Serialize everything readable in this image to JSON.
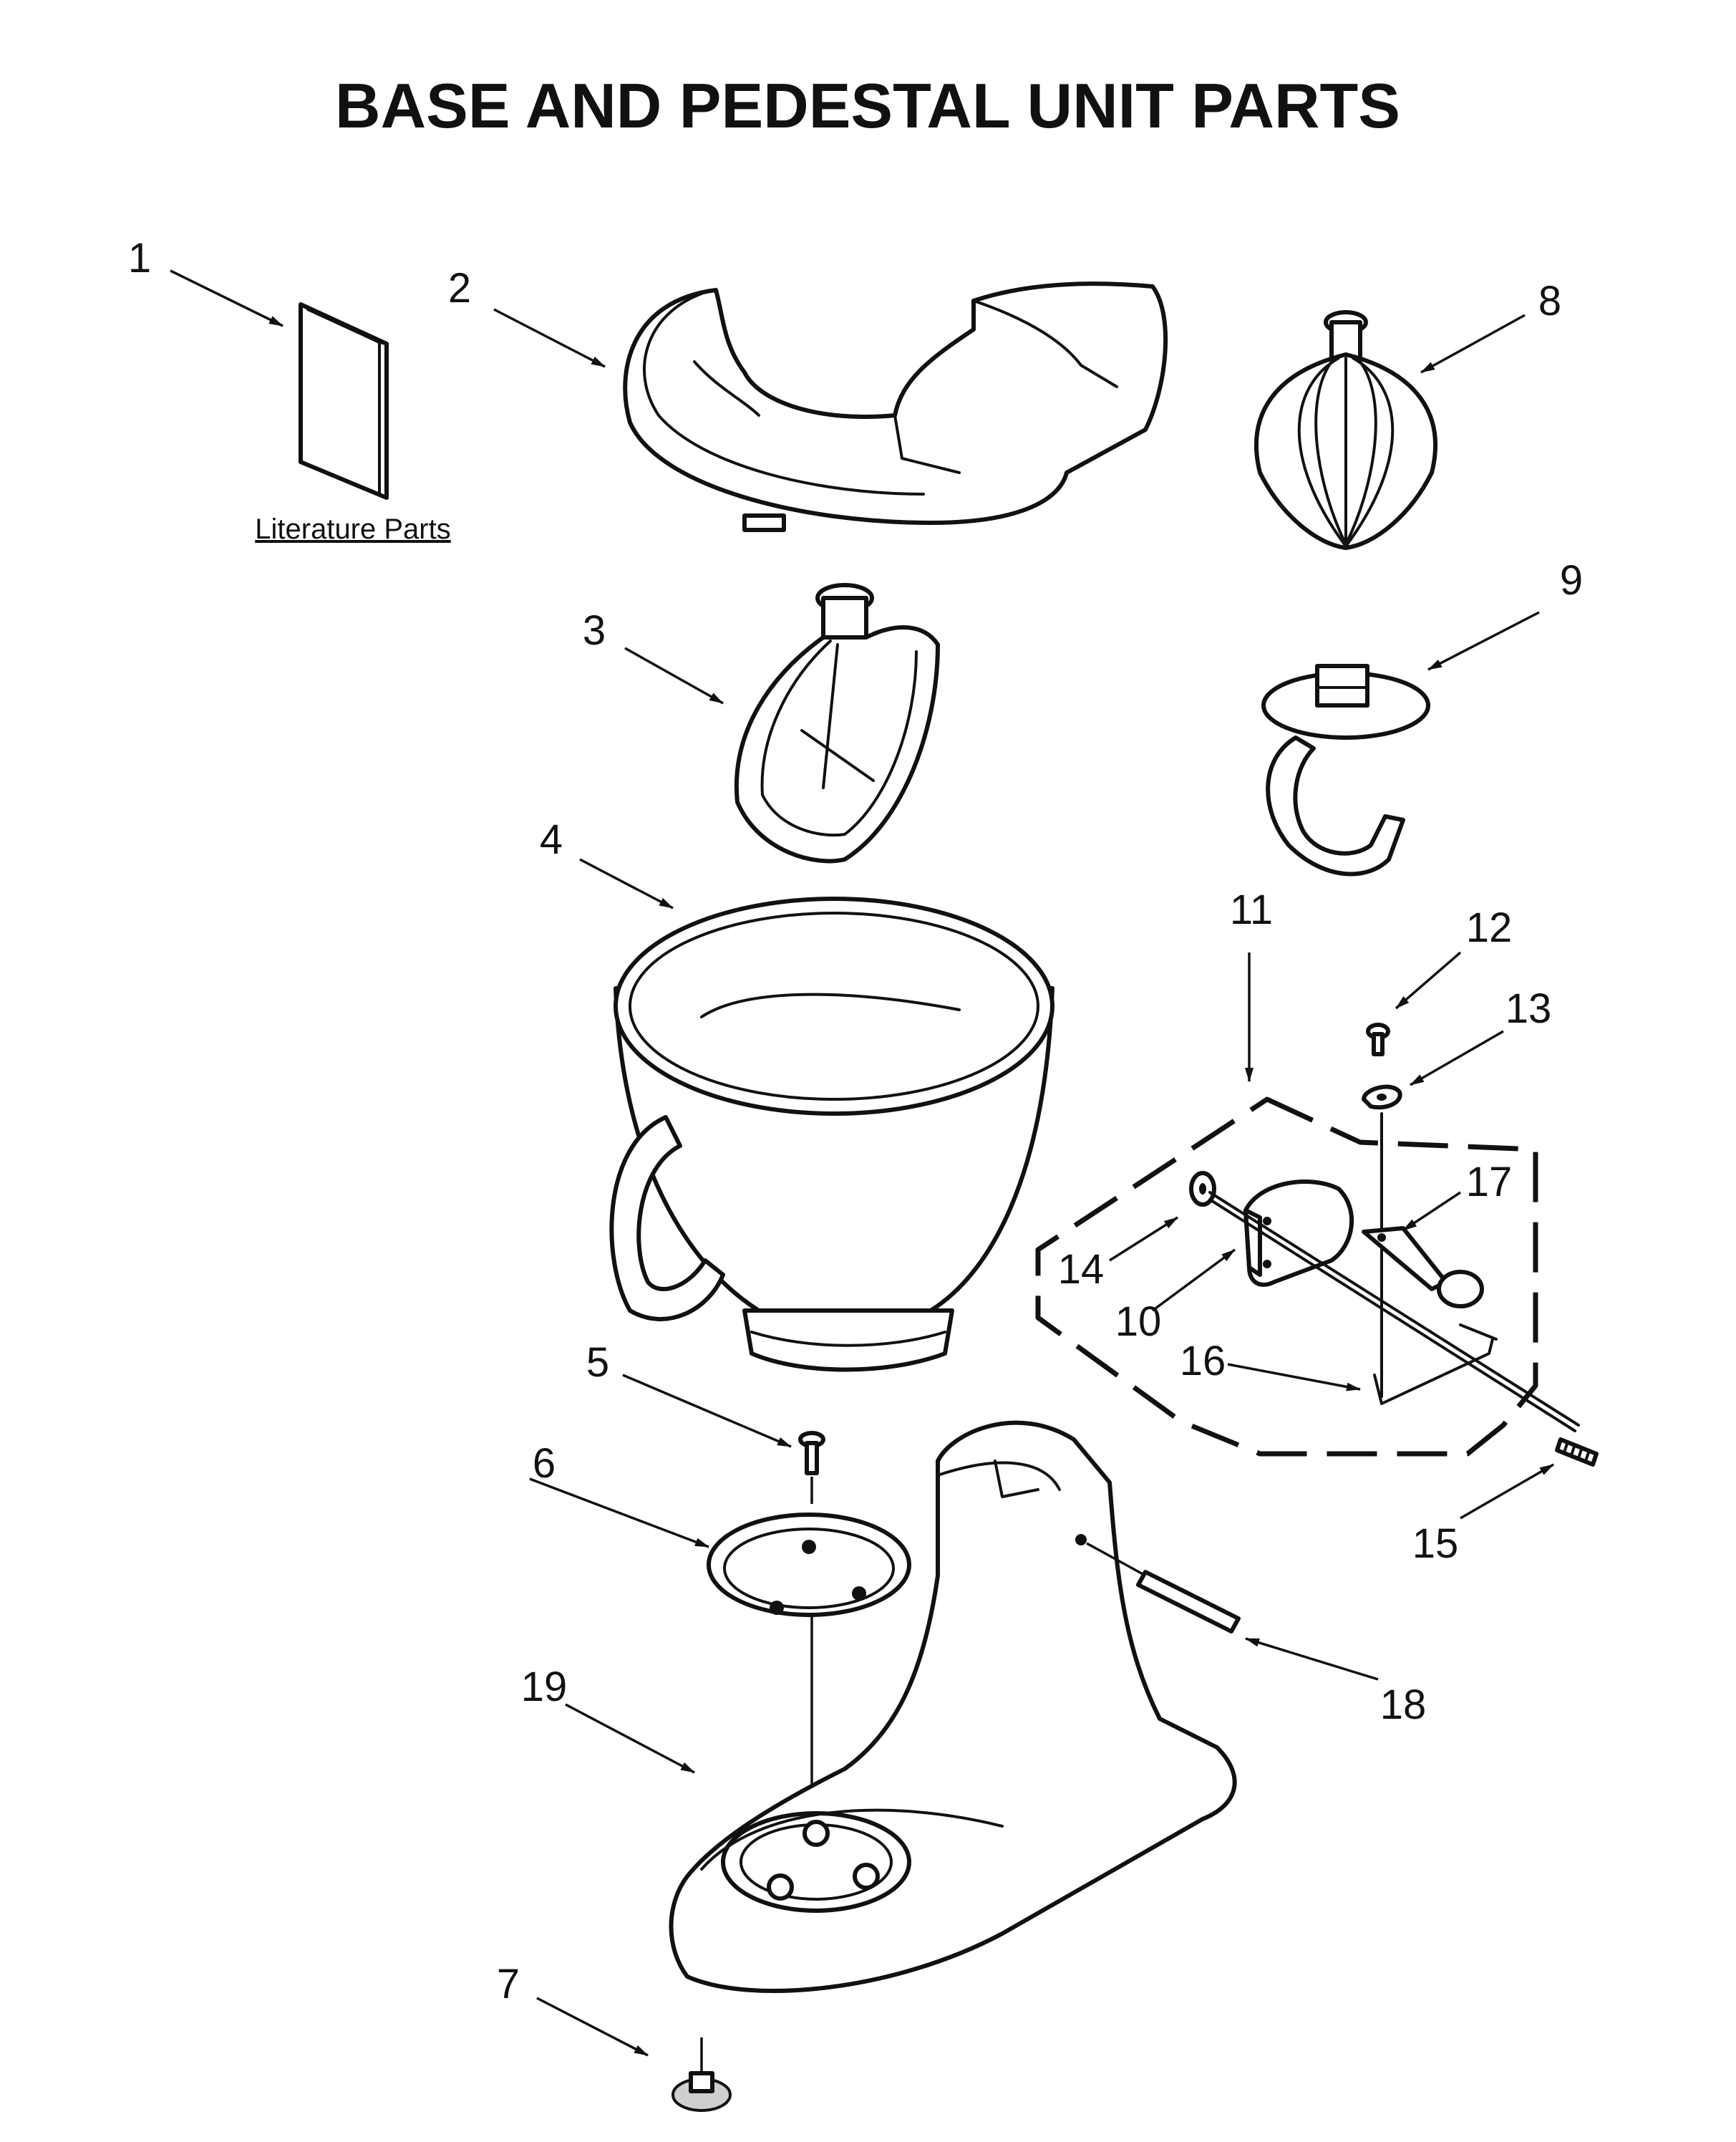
{
  "title": "BASE AND PEDESTAL UNIT PARTS",
  "literature_label": "Literature Parts",
  "callouts": [
    "1",
    "2",
    "3",
    "4",
    "5",
    "6",
    "7",
    "8",
    "9",
    "10",
    "11",
    "12",
    "13",
    "14",
    "15",
    "16",
    "17",
    "18",
    "19"
  ]
}
